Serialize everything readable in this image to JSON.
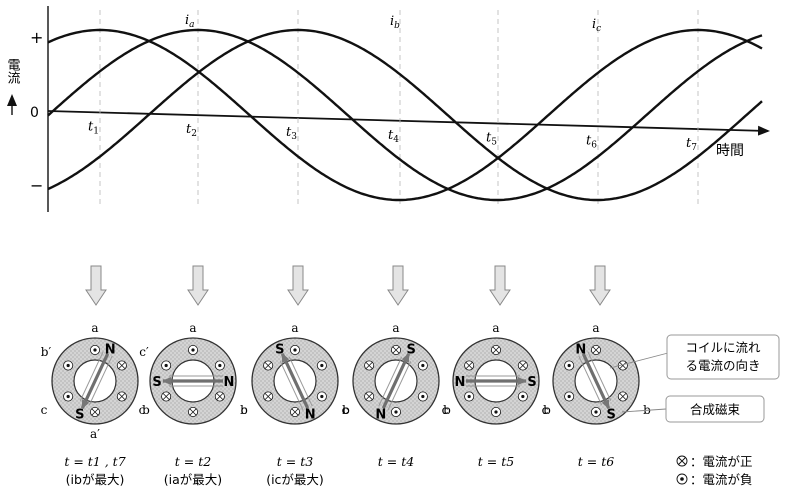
{
  "graph": {
    "y_axis_label": "電流",
    "plus_label": "+",
    "zero_label": "0",
    "minus_label": "−",
    "time_label": "時間",
    "time_ticks": [
      "t1",
      "t2",
      "t3",
      "t4",
      "t5",
      "t6",
      "t7"
    ],
    "curve_labels": [
      "ia",
      "ib",
      "ic"
    ]
  },
  "motors": [
    {
      "time_label": "t = t1 , t7",
      "note": "(ibが最大)"
    },
    {
      "time_label": "t = t2",
      "note": "(iaが最大)"
    },
    {
      "time_label": "t = t3",
      "note": "(icが最大)"
    },
    {
      "time_label": "t = t4",
      "note": ""
    },
    {
      "time_label": "t = t5",
      "note": ""
    },
    {
      "time_label": "t = t6",
      "note": ""
    }
  ],
  "terminals": {
    "a": "a",
    "b": "b",
    "c": "c",
    "a_prime": "a′",
    "b_prime": "b′",
    "c_prime": "c′"
  },
  "poles": {
    "north": "N",
    "south": "S"
  },
  "callouts": {
    "coil": "コイルに流れる電流の向き",
    "flux": "合成磁束"
  },
  "legend": {
    "positive": "：電流が正",
    "negative": "：電流が負"
  }
}
